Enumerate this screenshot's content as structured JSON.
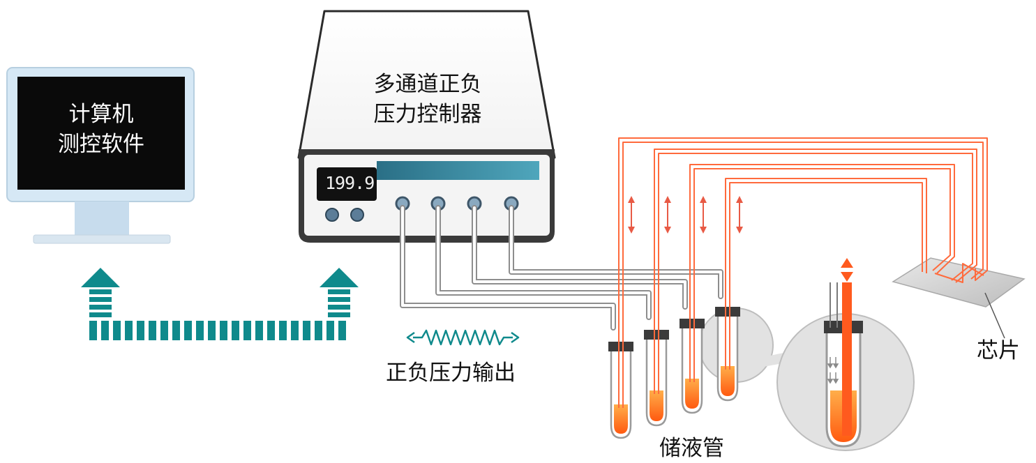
{
  "labels": {
    "computer_line1": "计算机",
    "computer_line2": "测控软件",
    "controller_line1": "多通道正负",
    "controller_line2": "压力控制器",
    "display_value": "199.9",
    "pressure_output": "正负压力输出",
    "reservoir": "储液管",
    "chip": "芯片"
  },
  "colors": {
    "teal": "#0f8a8c",
    "orange_tube": "#ff6a3c",
    "liquid": "#ff7f1a",
    "screen": "#0a0a0a",
    "monitor_frame": "#d6e8f5",
    "device_stripe": "#3a93a8"
  }
}
